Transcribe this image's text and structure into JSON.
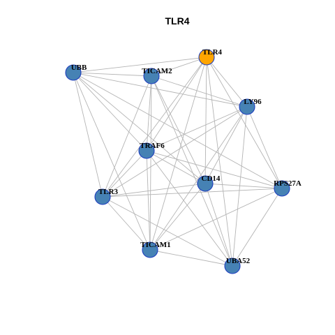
{
  "title": "TLR4",
  "colors": {
    "node": "#4682b4",
    "highlight": "#ffa500",
    "edge": "#b4b4b4",
    "border": "#1f3fbf"
  },
  "nodes": [
    {
      "id": "TLR4",
      "label": "TLR4",
      "highlight": true
    },
    {
      "id": "UBB",
      "label": "UBB"
    },
    {
      "id": "TICAM2",
      "label": "TICAM2"
    },
    {
      "id": "LY96",
      "label": "LY96"
    },
    {
      "id": "TRAF6",
      "label": "TRAF6"
    },
    {
      "id": "CD14",
      "label": "CD14"
    },
    {
      "id": "RPS27A",
      "label": "RPS27A"
    },
    {
      "id": "TLR3",
      "label": "TLR3"
    },
    {
      "id": "TICAM1",
      "label": "TICAM1"
    },
    {
      "id": "UBA52",
      "label": "UBA52"
    }
  ],
  "edges": [
    [
      "TLR4",
      "UBB"
    ],
    [
      "TLR4",
      "TICAM2"
    ],
    [
      "TLR4",
      "LY96"
    ],
    [
      "TLR4",
      "TRAF6"
    ],
    [
      "TLR4",
      "CD14"
    ],
    [
      "TLR4",
      "RPS27A"
    ],
    [
      "TLR4",
      "TLR3"
    ],
    [
      "TLR4",
      "TICAM1"
    ],
    [
      "TLR4",
      "UBA52"
    ],
    [
      "UBB",
      "TICAM2"
    ],
    [
      "UBB",
      "LY96"
    ],
    [
      "UBB",
      "TRAF6"
    ],
    [
      "UBB",
      "CD14"
    ],
    [
      "UBB",
      "RPS27A"
    ],
    [
      "UBB",
      "TLR3"
    ],
    [
      "UBB",
      "TICAM1"
    ],
    [
      "TICAM2",
      "LY96"
    ],
    [
      "TICAM2",
      "TRAF6"
    ],
    [
      "TICAM2",
      "CD14"
    ],
    [
      "TICAM2",
      "TLR3"
    ],
    [
      "TICAM2",
      "TICAM1"
    ],
    [
      "TICAM2",
      "UBA52"
    ],
    [
      "LY96",
      "TRAF6"
    ],
    [
      "LY96",
      "CD14"
    ],
    [
      "LY96",
      "RPS27A"
    ],
    [
      "LY96",
      "TLR3"
    ],
    [
      "LY96",
      "TICAM1"
    ],
    [
      "LY96",
      "UBA52"
    ],
    [
      "TRAF6",
      "CD14"
    ],
    [
      "TRAF6",
      "RPS27A"
    ],
    [
      "TRAF6",
      "TLR3"
    ],
    [
      "TRAF6",
      "TICAM1"
    ],
    [
      "TRAF6",
      "UBA52"
    ],
    [
      "CD14",
      "RPS27A"
    ],
    [
      "CD14",
      "TLR3"
    ],
    [
      "CD14",
      "TICAM1"
    ],
    [
      "CD14",
      "UBA52"
    ],
    [
      "RPS27A",
      "TLR3"
    ],
    [
      "RPS27A",
      "TICAM1"
    ],
    [
      "RPS27A",
      "UBA52"
    ],
    [
      "TLR3",
      "TICAM1"
    ],
    [
      "TLR3",
      "UBA52"
    ],
    [
      "TICAM1",
      "UBA52"
    ]
  ]
}
